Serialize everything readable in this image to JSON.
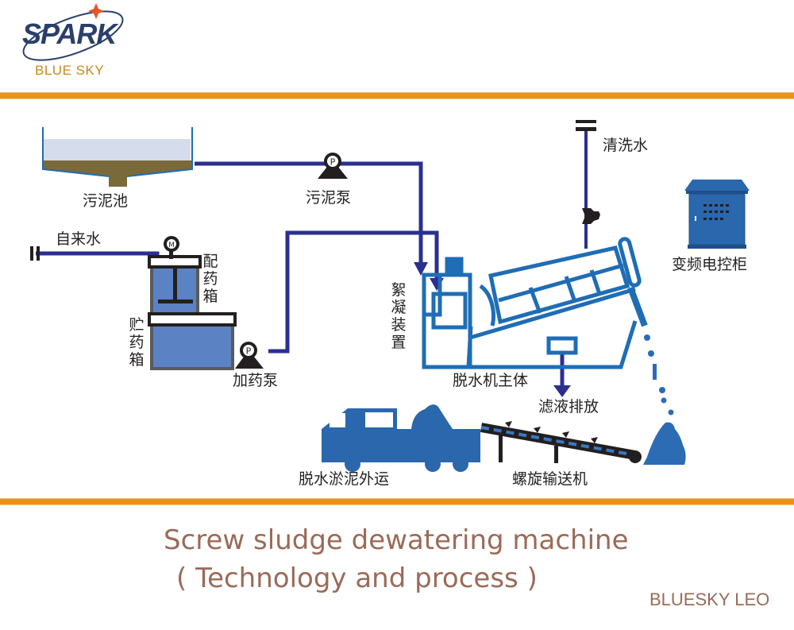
{
  "logo": {
    "brand": "SPARK",
    "subtitle": "BLUE SKY"
  },
  "diagram": {
    "nodes": {
      "sludge_tank": "污泥池",
      "sludge_pump": "污泥泵",
      "tap_water": "自来水",
      "mixing_tank": "配药箱",
      "storage_tank": "贮药箱",
      "dosing_pump": "加药泵",
      "flocculation_device": "絮凝装置",
      "dewatering_main_body": "脱水机主体",
      "filtrate_discharge": "滤液排放",
      "wash_water": "清洗水",
      "vfd_control_cabinet": "变频电控柜",
      "sludge_transport": "脱水淤泥外运",
      "screw_conveyor": "螺旋输送机"
    },
    "pump_symbol": "P",
    "motor_symbol": "M"
  },
  "colors": {
    "pipe": "#2b2f8f",
    "equipment": "#1f6db5",
    "accent_rule": "#e8931c",
    "title_text": "#9a6b58",
    "sludge": "#7a6a3a",
    "water": "#d5dcec"
  },
  "footer": {
    "title_line1": "Screw sludge dewatering machine",
    "title_line2": "( Technology and process )",
    "signature": "BLUESKY LEO"
  }
}
